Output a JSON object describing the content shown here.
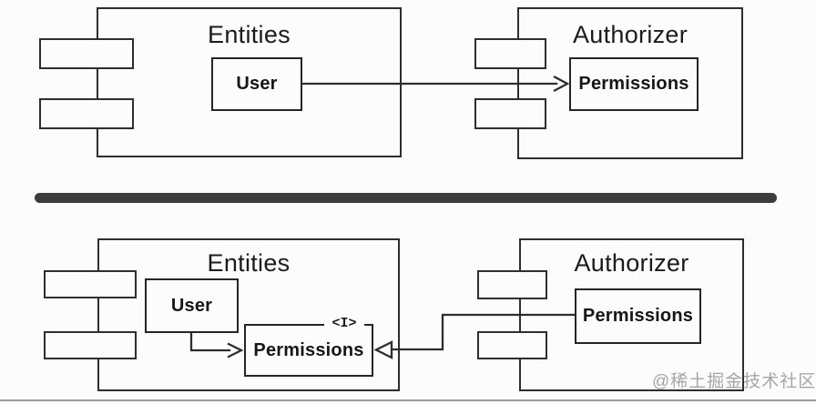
{
  "diagram": {
    "top": {
      "entities": {
        "title": "Entities",
        "user_label": "User"
      },
      "authorizer": {
        "title": "Authorizer",
        "permissions_label": "Permissions"
      },
      "relationship": "dependency-arrow-user-to-permissions"
    },
    "bottom": {
      "entities": {
        "title": "Entities",
        "user_label": "User",
        "permissions_label": "Permissions",
        "interface_marker": "<I>"
      },
      "authorizer": {
        "title": "Authorizer",
        "permissions_label": "Permissions"
      },
      "relationships": [
        "dependency-arrow-user-to-permissions",
        "realization-arrow-authorizer-permissions-to-entities-permissions"
      ]
    },
    "colors": {
      "line": "#2e2e2e",
      "box_fill": "#fcfcfc",
      "divider": "#3c3c3c",
      "bottom_rule": "#9c9c9c",
      "watermark": "#a6a6a6"
    }
  },
  "watermark": {
    "text": "@稀土掘金技术社区"
  }
}
